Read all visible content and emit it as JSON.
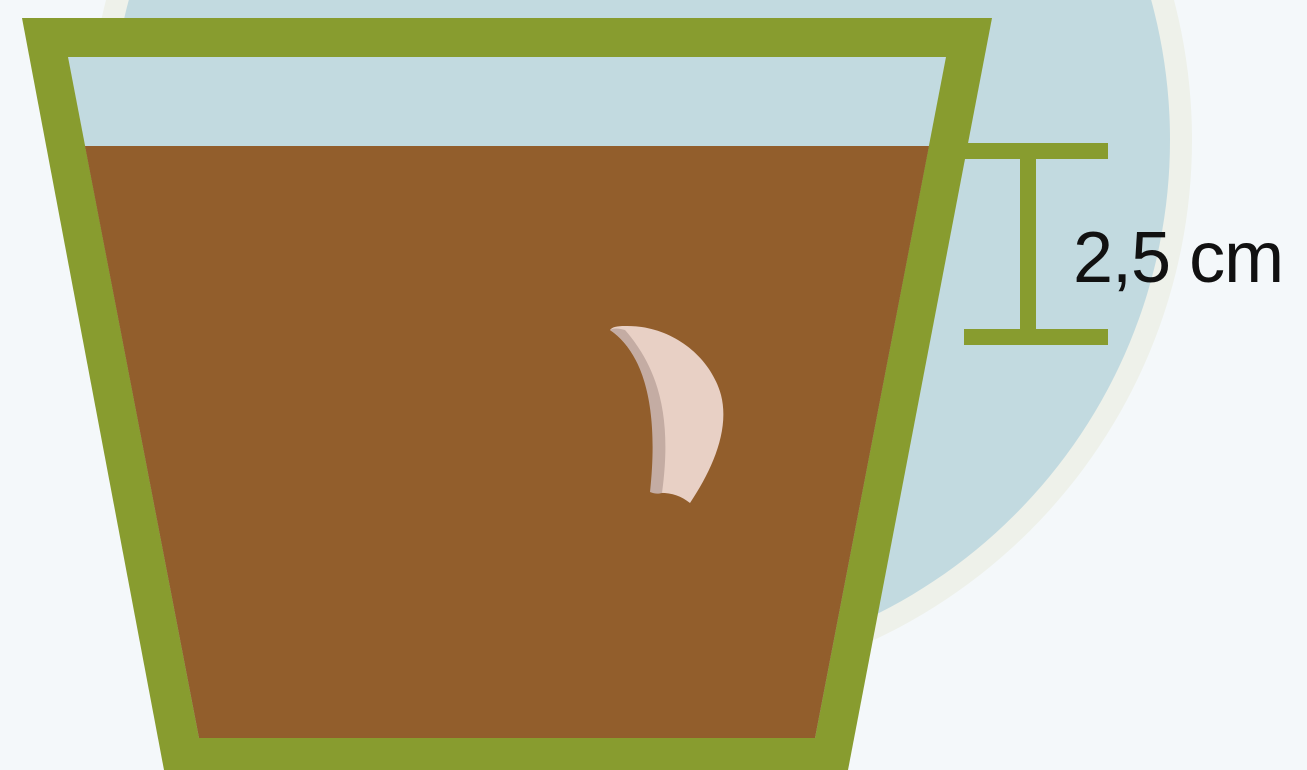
{
  "depth_label": "2,5 cm",
  "colors": {
    "background": "#f4f8fa",
    "circle_ring": "#eef1ea",
    "circle_fill": "#c2dae0",
    "pot": "#889c2f",
    "soil": "#925e2c",
    "bulb_light": "#e8d0c5",
    "bulb_shadow": "#c4aca3",
    "dimension_marker": "#889c2f",
    "label_text": "#111111"
  },
  "icons": [
    "plant-pot",
    "garlic-clove",
    "depth-dimension-marker"
  ]
}
